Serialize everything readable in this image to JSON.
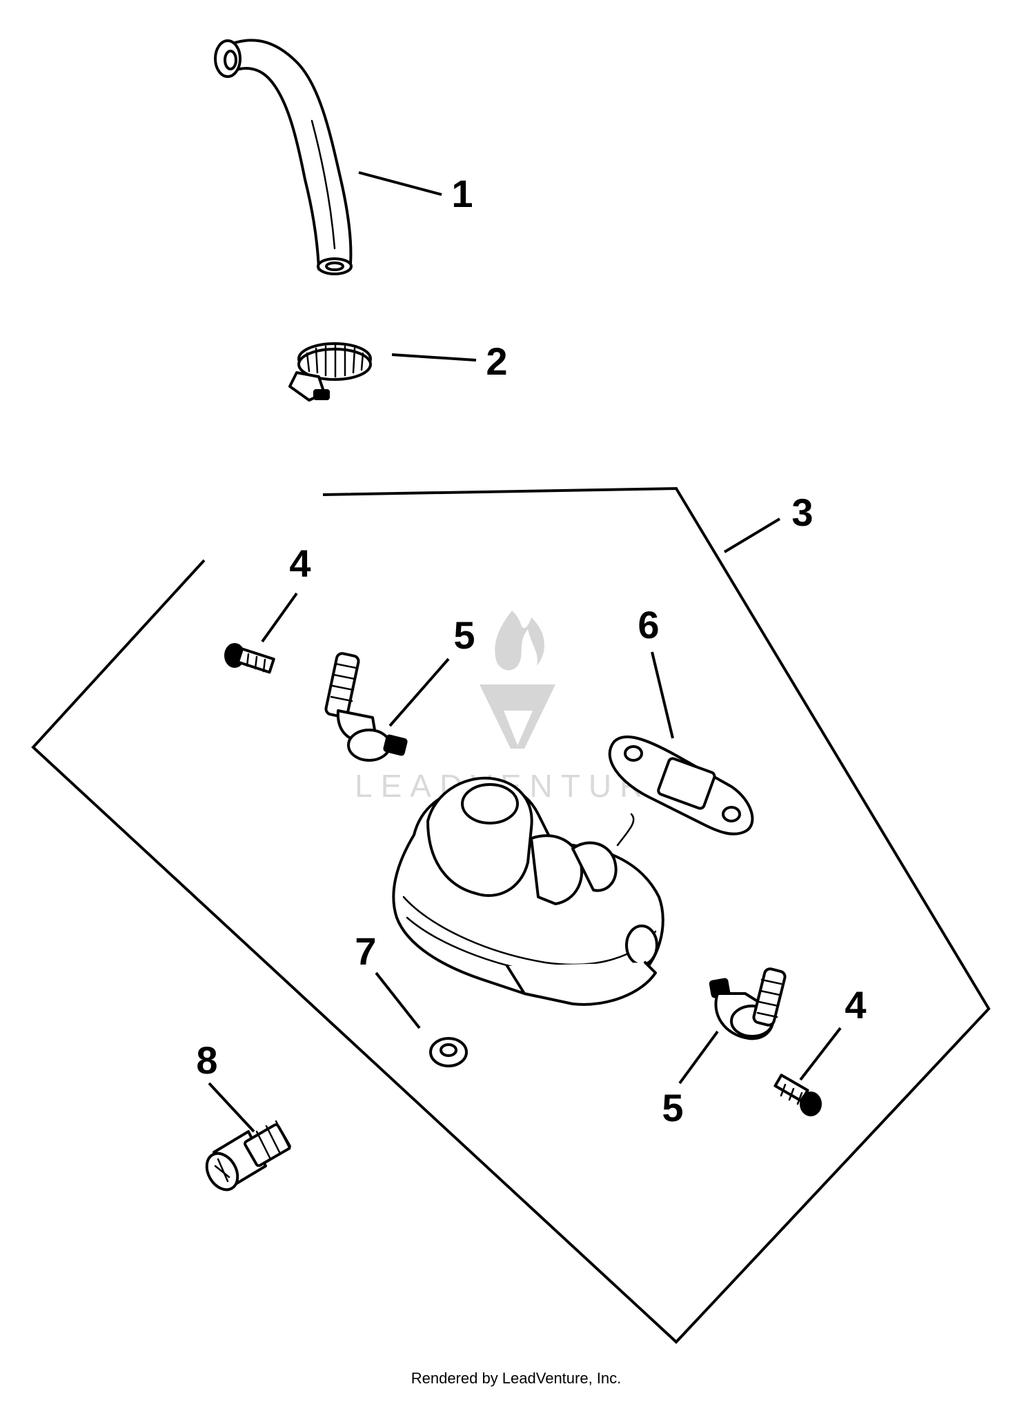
{
  "callouts": {
    "c1": "1",
    "c2": "2",
    "c3": "3",
    "c4a": "4",
    "c4b": "4",
    "c5a": "5",
    "c5b": "5",
    "c6": "6",
    "c7": "7",
    "c8": "8"
  },
  "watermark": {
    "brand": "LEADVENTURE"
  },
  "footer": {
    "credit": "Rendered by LeadVenture, Inc."
  },
  "colors": {
    "ink": "#000000",
    "watermark": "#d6d6d6",
    "background": "#ffffff"
  }
}
